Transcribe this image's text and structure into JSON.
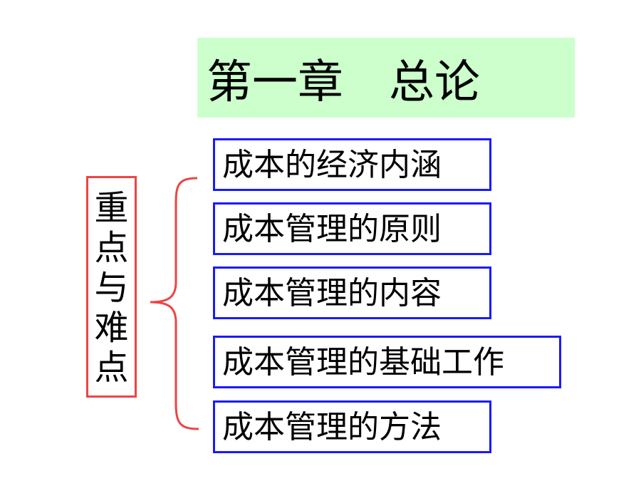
{
  "title": "第一章　总论",
  "side_label": "重\n点\n与\n难\n点",
  "items": [
    {
      "label": "成本的经济内涵"
    },
    {
      "label": "成本管理的原则"
    },
    {
      "label": "成本管理的内容"
    },
    {
      "label": "成本管理的基础工作"
    },
    {
      "label": "成本管理的方法"
    }
  ],
  "colors": {
    "title_background": "#ccffcc",
    "side_border": "#ee4444",
    "brace": "#ee4444",
    "item_border": "#1a1aff"
  }
}
